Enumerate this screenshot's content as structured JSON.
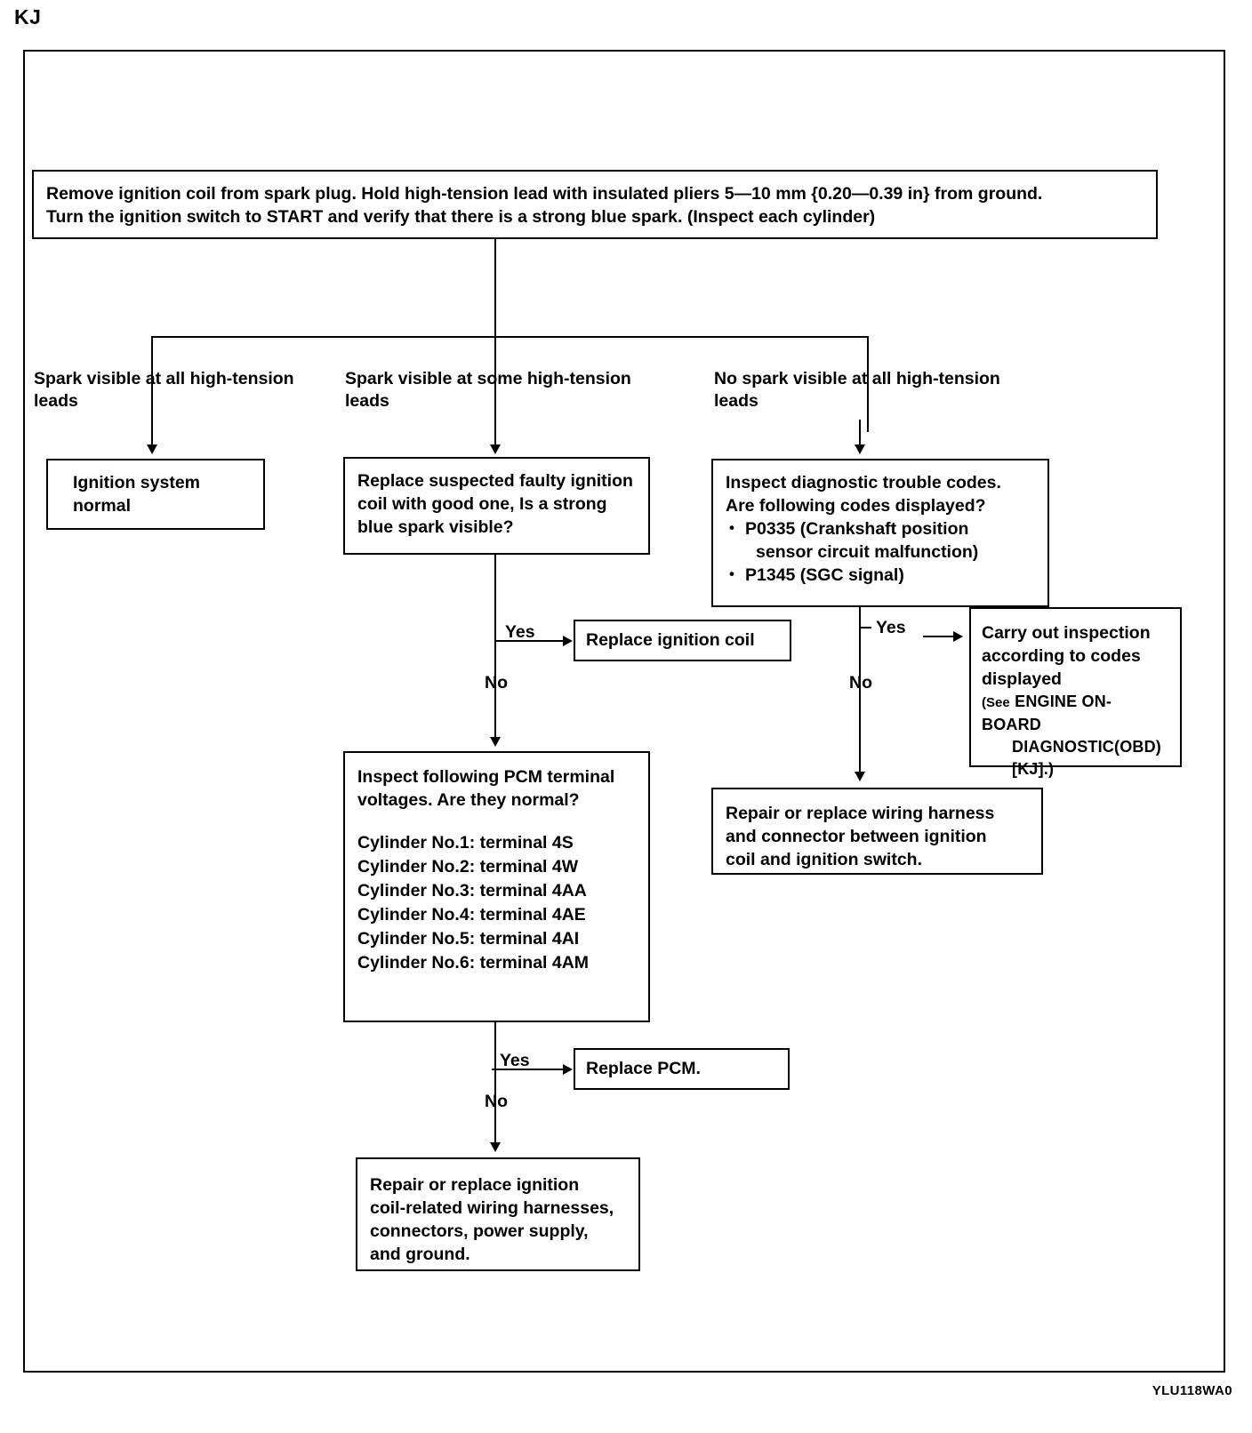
{
  "page": {
    "model_label": "KJ",
    "doc_code": "YLU118WA0"
  },
  "flowchart": {
    "type": "troubleshooting-flowchart",
    "start": {
      "line1": "Remove ignition coil from spark plug. Hold high-tension lead with insulated pliers 5—10 mm {0.20—0.39 in}  from ground.",
      "line2": "Turn the ignition switch to START and verify that there is a strong blue spark. (Inspect each cylinder)"
    },
    "branches": [
      {
        "caption": "Spark visible at all high-tension\nleads"
      },
      {
        "caption": "Spark visible at some high-tension\nleads"
      },
      {
        "caption": "No spark visible at all high-tension\nleads"
      }
    ],
    "boxes": {
      "ignition_normal": "Ignition system\nnormal",
      "replace_suspected": "Replace suspected faulty ignition\ncoil with good one, Is a strong\nblue spark visible?",
      "inspect_dtc_line1": "Inspect diagnostic trouble codes.",
      "inspect_dtc_line2": "Are following codes displayed?",
      "dtc_items": [
        {
          "main": "P0335 (Crankshaft position",
          "cont": "sensor circuit malfunction)"
        },
        {
          "main": "P1345 (SGC signal)",
          "cont": ""
        }
      ],
      "replace_ignition_coil": "Replace ignition coil",
      "carry_out_line1": "Carry out inspection",
      "carry_out_line2": "according to codes",
      "carry_out_line3": "displayed",
      "carry_out_see_prefix": "(See",
      "carry_out_see_ref1": "ENGINE ON-BOARD",
      "carry_out_see_ref2": "DIAGNOSTIC(OBD)",
      "carry_out_see_ref3": "[KJ].)",
      "repair_harness_switch": "Repair or replace wiring harness\nand connector between ignition\ncoil and ignition switch.",
      "pcm_heading_line1": "Inspect following PCM terminal",
      "pcm_heading_line2": "voltages. Are they normal?",
      "pcm_terminals": [
        "Cylinder No.1: terminal 4S",
        "Cylinder No.2: terminal 4W",
        "Cylinder No.3: terminal 4AA",
        "Cylinder No.4: terminal 4AE",
        "Cylinder No.5: terminal 4AI",
        "Cylinder No.6: terminal 4AM"
      ],
      "replace_pcm": "Replace  PCM.",
      "repair_coil_wiring": "Repair or replace ignition\ncoil-related wiring harnesses,\nconnectors, power supply,\nand ground."
    },
    "edge_labels": {
      "yes_1": "Yes",
      "no_1": "No",
      "yes_2": "Yes",
      "no_2": "No",
      "yes_3": "Yes",
      "no_3": "No"
    }
  }
}
